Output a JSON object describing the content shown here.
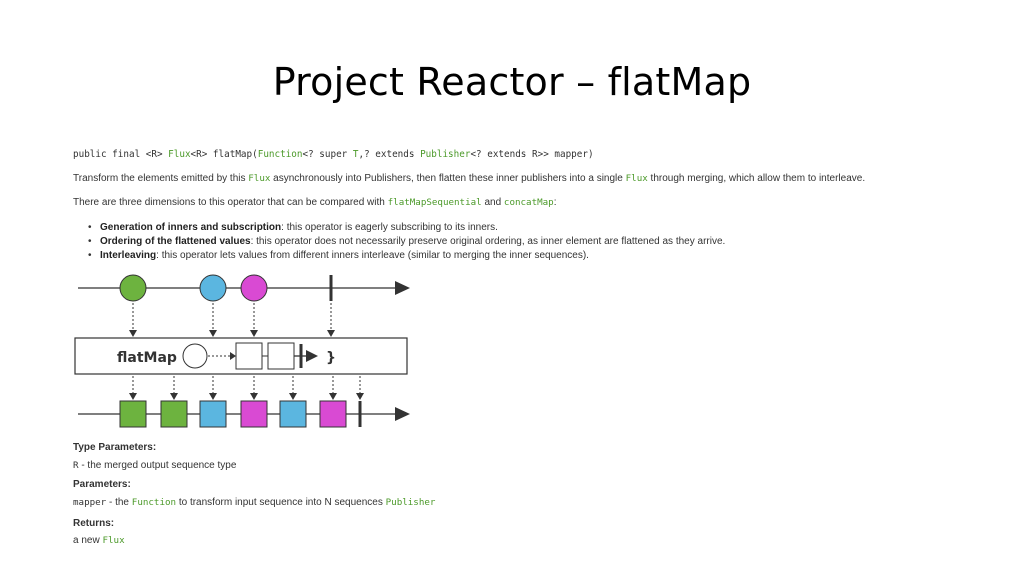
{
  "title": "Project Reactor – flatMap",
  "signature": {
    "p1": "public final <R> ",
    "t1": "Flux",
    "p2": "<R> flatMap(",
    "t2": "Function",
    "p3": "<? super ",
    "t3": "T",
    "p4": ",? extends ",
    "t4": "Publisher",
    "p5": "<? extends R>> mapper)"
  },
  "description": {
    "pre": "Transform the elements emitted by this ",
    "code1": "Flux",
    "mid": " asynchronously into Publishers, then flatten these inner publishers into a single ",
    "code2": "Flux",
    "post": " through merging, which allow them to interleave."
  },
  "dimensions_intro": {
    "pre": "There are three dimensions to this operator that can be compared with ",
    "code1": "flatMapSequential",
    "mid": " and ",
    "code2": "concatMap",
    "post": ":"
  },
  "bullets": [
    {
      "term": "Generation of inners and subscription",
      "text": ": this operator is eagerly subscribing to its inners."
    },
    {
      "term": "Ordering of the flattened values",
      "text": ": this operator does not necessarily preserve original ordering, as inner element are flattened as they arrive."
    },
    {
      "term": "Interleaving",
      "text": ": this operator lets values from different inners interleave (similar to merging the inner sequences)."
    }
  ],
  "diagram": {
    "operator_label": "flatMap {",
    "operator_close": "}",
    "colors": {
      "green": "#6db33f",
      "blue": "#5bb6e0",
      "magenta": "#d94ad3",
      "line": "#333333"
    },
    "input_marbles": [
      "green",
      "blue",
      "magenta"
    ],
    "output_marbles": [
      "green",
      "green",
      "blue",
      "magenta",
      "blue",
      "magenta"
    ]
  },
  "type_params": {
    "header": "Type Parameters:",
    "code": "R",
    "text": " - the merged output sequence type"
  },
  "params": {
    "header": "Parameters:",
    "code1": "mapper",
    "mid": " - the ",
    "code2": "Function",
    "mid2": " to transform input sequence into N sequences ",
    "code3": "Publisher"
  },
  "returns": {
    "header": "Returns:",
    "pre": "a new ",
    "code": "Flux"
  }
}
